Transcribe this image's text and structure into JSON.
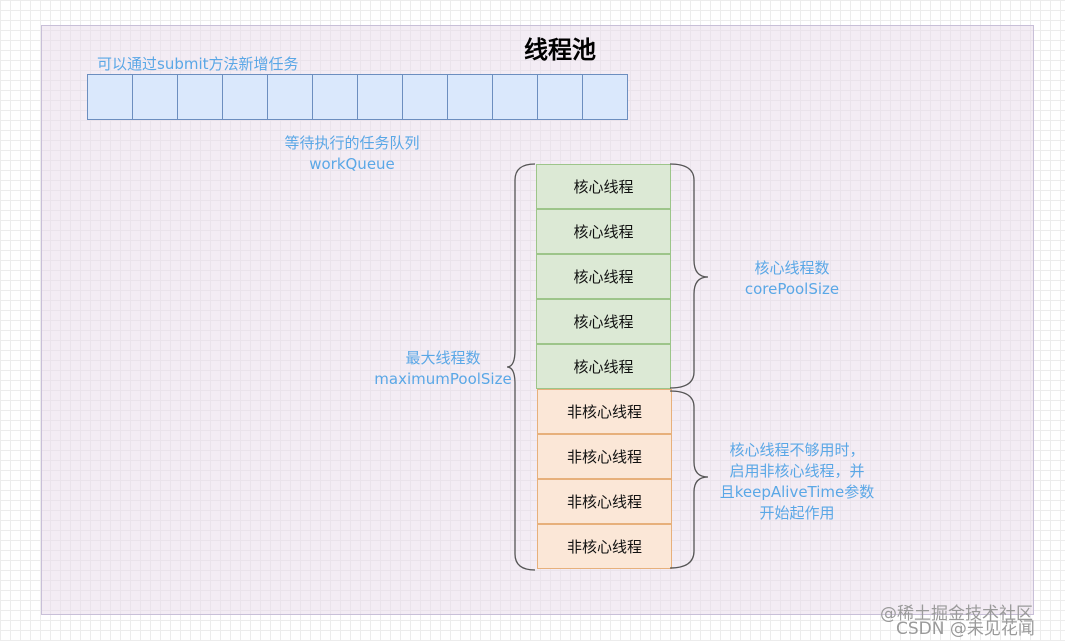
{
  "title": "线程池",
  "queue": {
    "submit_label": "可以通过submit方法新增任务",
    "cell_count": 12,
    "label_line1": "等待执行的任务队列",
    "label_line2": "workQueue"
  },
  "core_threads": [
    "核心线程",
    "核心线程",
    "核心线程",
    "核心线程",
    "核心线程"
  ],
  "noncore_threads": [
    "非核心线程",
    "非核心线程",
    "非核心线程",
    "非核心线程"
  ],
  "labels": {
    "max_line1": "最大线程数",
    "max_line2": "maximumPoolSize",
    "core_line1": "核心线程数",
    "core_line2": "corePoolSize",
    "noncore_line1": "核心线程不够用时，",
    "noncore_line2": "启用非核心线程，并",
    "noncore_line3": "且keepAliveTime参数",
    "noncore_line4": "开始起作用"
  },
  "watermarks": {
    "top": "@稀土掘金技术社区",
    "bottom": "CSDN @未见花闻"
  },
  "colors": {
    "queue_fill": "#dae8fc",
    "core_fill": "#dce9d5",
    "noncore_fill": "#fbe7d7",
    "annotation_text": "#5aa7e6"
  }
}
